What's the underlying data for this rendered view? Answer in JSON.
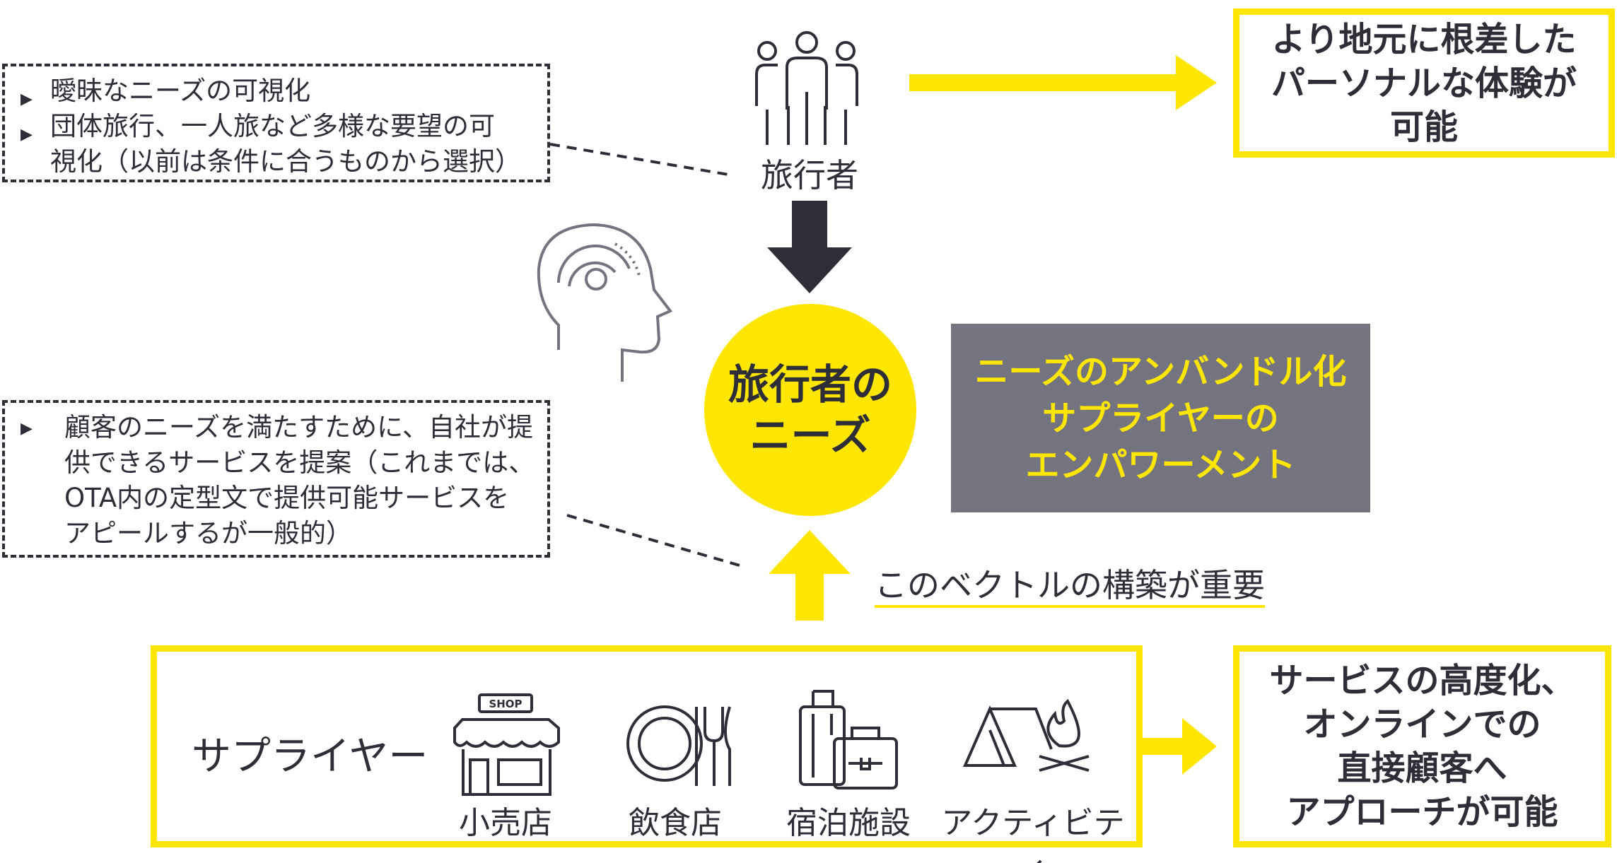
{
  "traveler": {
    "label": "旅行者",
    "notes": [
      "曖昧なニーズの可視化",
      "団体旅行、一人旅など多様な要望の可",
      "視化（以前は条件に合うものから選択）"
    ]
  },
  "center": {
    "line1": "旅行者の",
    "line2": "ニーズ"
  },
  "gray_box": {
    "line1": "ニーズのアンバンドル化",
    "line2": "サプライヤーの",
    "line3": "エンパワーメント"
  },
  "outcome_top": {
    "line1": "より地元に根差した",
    "line2": "パーソナルな体験が",
    "line3": "可能"
  },
  "supplier_notes": [
    "顧客のニーズを満たすために、自社が提",
    "供できるサービスを提案（これまでは、",
    "OTA内の定型文で提供可能サービスを",
    "アピールするが一般的）"
  ],
  "vector_label": "このベクトルの構築が重要",
  "supplier": {
    "label": "サプライヤー",
    "shop_sign": "SHOP",
    "items": [
      "小売店",
      "飲食店",
      "宿泊施設",
      "アクティビティ"
    ]
  },
  "outcome_bottom": {
    "line1": "サービスの高度化、",
    "line2": "オンラインでの",
    "line3": "直接顧客へ",
    "line4": "アプローチが可能"
  },
  "colors": {
    "yellow": "#ffe600",
    "dark": "#2e2e38",
    "gray": "#747480"
  }
}
